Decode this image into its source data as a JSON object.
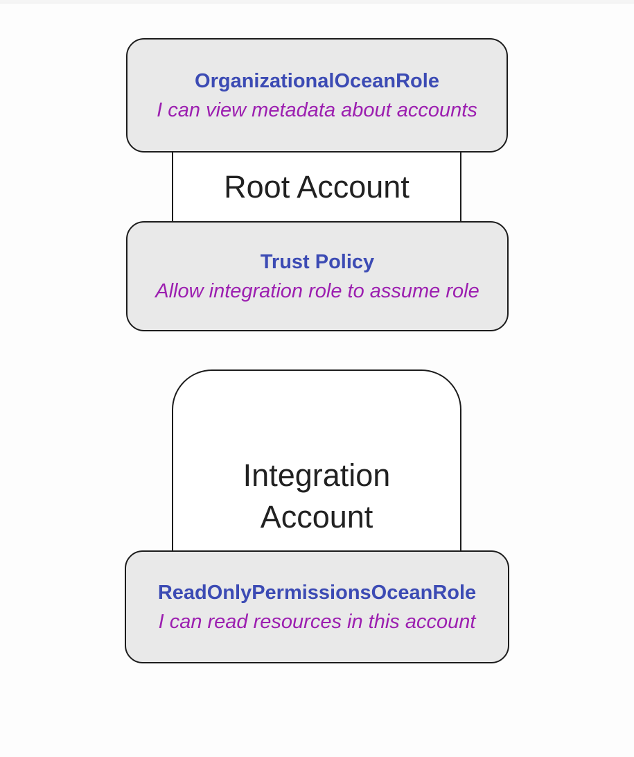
{
  "page": {
    "background_color": "#fdfdfd"
  },
  "colors": {
    "node_fill": "#e9e9e9",
    "node_border": "#1c1c1c",
    "role_title_blue": "#3c4bb4",
    "role_description_purple": "#9c1fb0",
    "account_label_text": "#212121"
  },
  "diagram": {
    "root_account": {
      "label": "Root Account",
      "nodes": [
        {
          "title": "OrganizationalOceanRole",
          "description": "I can view metadata about accounts"
        },
        {
          "title": "Trust Policy",
          "description": "Allow integration role to assume role"
        }
      ]
    },
    "integration_account": {
      "label": "Integration Account",
      "nodes": [
        {
          "title": "ReadOnlyPermissionsOceanRole",
          "description": "I can read resources in this account"
        }
      ]
    }
  }
}
